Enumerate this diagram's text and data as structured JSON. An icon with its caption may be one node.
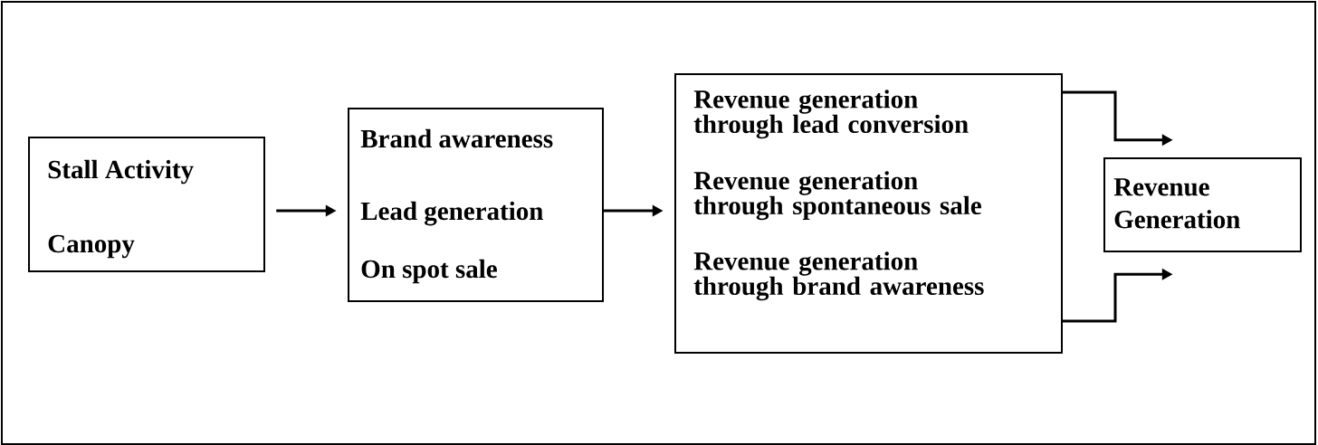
{
  "diagram": {
    "nodes": [
      {
        "text": [
          "Stall Activity",
          "Canopy"
        ]
      },
      {
        "text": [
          "Brand awareness",
          "Lead generation",
          "On spot sale"
        ]
      },
      {
        "text": [
          "Revenue generation through lead conversion",
          "Revenue generation through spontaneous sale",
          "Revenue generation through brand awareness"
        ]
      },
      {
        "text": [
          "Revenue Generation"
        ]
      }
    ],
    "edges": [
      {
        "from": 0,
        "to": 1,
        "arrow": "to"
      },
      {
        "from": 1,
        "to": 2,
        "arrow": "to"
      },
      {
        "from": 2,
        "to": 3,
        "arrow": "to"
      },
      {
        "from": 2,
        "to": 3,
        "arrow": "to"
      }
    ]
  }
}
